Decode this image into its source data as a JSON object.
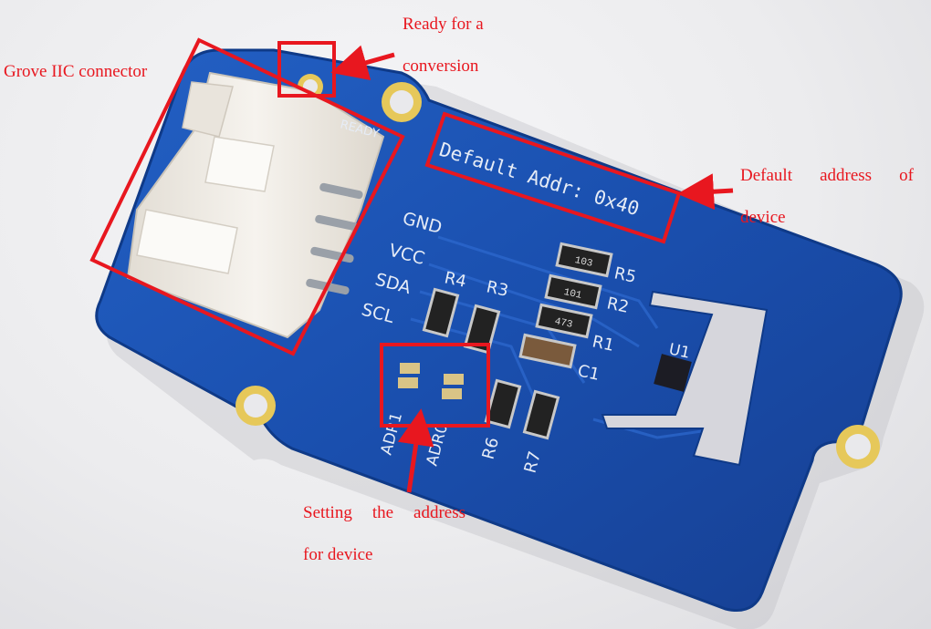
{
  "annotations": {
    "grove_connector": "Grove IIC connector",
    "ready_line1": "Ready for a",
    "ready_line2": "conversion",
    "default_line1": "Default  address  of",
    "default_line2": "device",
    "setting_line1": "Setting  the  address",
    "setting_line2": "for device"
  },
  "board": {
    "silkscreen_addr": "Default Addr: 0x40",
    "pin_gnd": "GND",
    "pin_vcc": "VCC",
    "pin_sda": "SDA",
    "pin_scl": "SCL",
    "ready_label": "READY",
    "r1": "R1",
    "r2": "R2",
    "r3": "R3",
    "r4": "R4",
    "r5": "R5",
    "r6": "R6",
    "r7": "R7",
    "c1": "C1",
    "u1": "U1",
    "adr1": "ADR1",
    "adr0": "ADR0",
    "code_103": "103",
    "code_101": "101",
    "code_473": "473"
  },
  "colors": {
    "pcb_blue": "#1a4fae",
    "pcb_edge": "#0f3a88",
    "annotation_red": "#e8171f",
    "connector_white": "#f1ede6",
    "silkscreen": "#e6ecf6",
    "pad_gold": "#d9c486"
  }
}
